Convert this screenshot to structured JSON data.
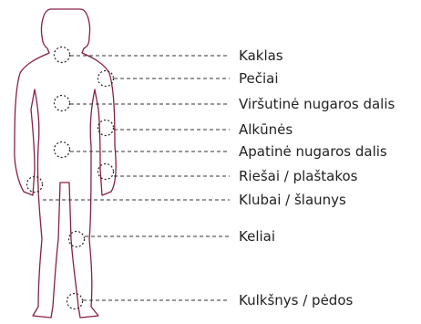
{
  "diagram": {
    "outline_color": "#8a1e4a",
    "marker_color": "#222222",
    "connector_color": "#333333",
    "labels": [
      "Kaklas",
      "Pečiai",
      "Viršutinė nugaros dalis",
      "Alkūnės",
      "Apatinė nugaros dalis",
      "Riešai / plaštakos",
      "Klubai / šlaunys",
      "Keliai",
      "Kulkšnys / pėdos"
    ]
  }
}
